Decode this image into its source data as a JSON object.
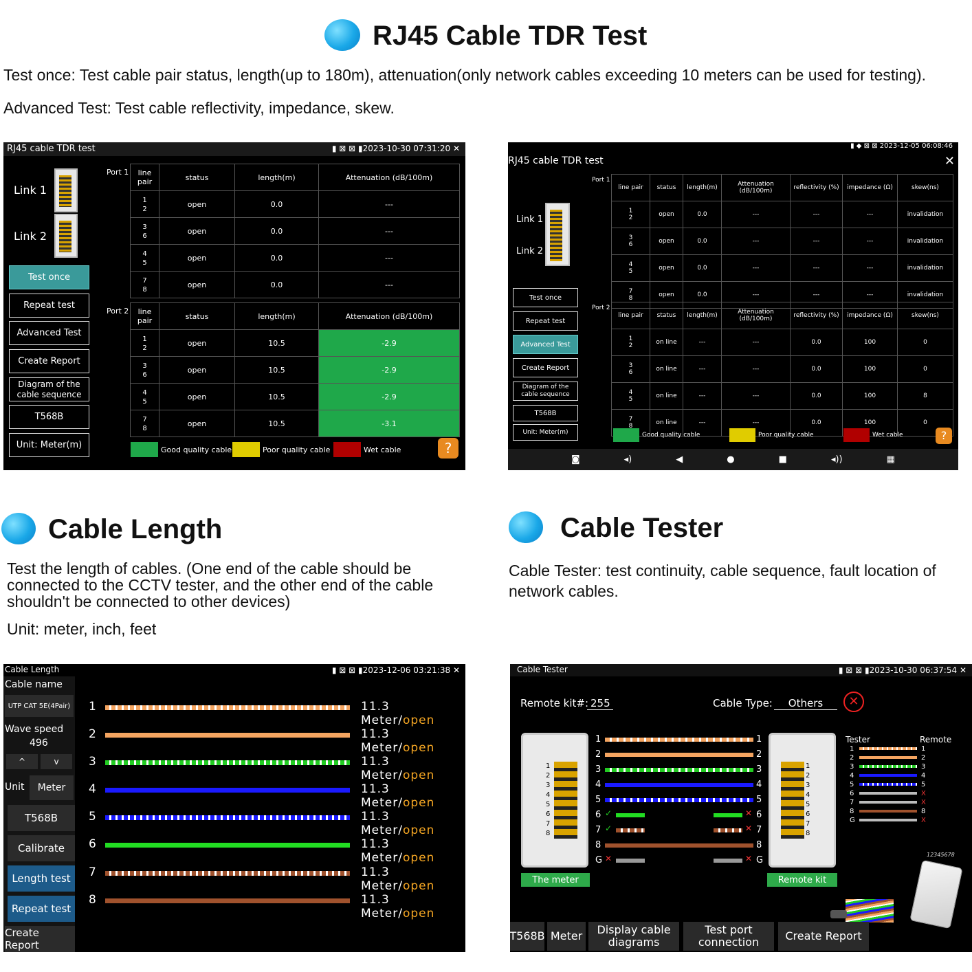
{
  "tdr": {
    "title": "RJ45 Cable TDR Test",
    "desc1": "Test once: Test cable pair status, length(up to 180m), attenuation(only network cables exceeding 10 meters can be used for testing).",
    "desc2": "Advanced Test: Test cable reflectivity, impedance, skew.",
    "s1": {
      "title": "RJ45 cable TDR test",
      "datetime": "2023-10-30 07:31:20",
      "link1": "Link 1",
      "link2": "Link 2",
      "port1": "Port 1",
      "port2": "Port 2",
      "buttons": [
        "Test once",
        "Repeat test",
        "Advanced Test",
        "Create Report",
        "Diagram of the cable sequence",
        "T568B",
        "Unit: Meter(m)"
      ],
      "headers": [
        "line pair",
        "status",
        "length(m)",
        "Attenuation (dB/100m)"
      ],
      "port1_rows": [
        [
          "open",
          "0.0",
          "---"
        ],
        [
          "open",
          "0.0",
          "---"
        ],
        [
          "open",
          "0.0",
          "---"
        ],
        [
          "open",
          "0.0",
          "---"
        ]
      ],
      "port2_rows": [
        [
          "open",
          "10.5",
          "-2.9"
        ],
        [
          "open",
          "10.5",
          "-2.9"
        ],
        [
          "open",
          "10.5",
          "-2.9"
        ],
        [
          "open",
          "10.5",
          "-3.1"
        ]
      ],
      "legend": [
        "Good quality cable",
        "Poor quality cable",
        "Wet cable"
      ]
    },
    "s2": {
      "title": "RJ45 cable TDR test",
      "datetime": "2023-12-05 06:08:46",
      "link1": "Link 1",
      "link2": "Link 2",
      "port1": "Port 1",
      "port2": "Port 2",
      "buttons": [
        "Test once",
        "Repeat test",
        "Advanced Test",
        "Create Report",
        "Diagram of the cable sequence",
        "T568B",
        "Unit: Meter(m)"
      ],
      "headers": [
        "line pair",
        "status",
        "length(m)",
        "Attenuation (dB/100m)",
        "reflectivity (%)",
        "impedance (Ω)",
        "skew(ns)"
      ],
      "port1_rows": [
        [
          "open",
          "0.0",
          "---",
          "---",
          "---",
          "invalidation"
        ],
        [
          "open",
          "0.0",
          "---",
          "---",
          "---",
          "invalidation"
        ],
        [
          "open",
          "0.0",
          "---",
          "---",
          "---",
          "invalidation"
        ],
        [
          "open",
          "0.0",
          "---",
          "---",
          "---",
          "invalidation"
        ]
      ],
      "port2_rows": [
        [
          "on line",
          "---",
          "---",
          "0.0",
          "100",
          "0"
        ],
        [
          "on line",
          "---",
          "---",
          "0.0",
          "100",
          "0"
        ],
        [
          "on line",
          "---",
          "---",
          "0.0",
          "100",
          "8"
        ],
        [
          "on line",
          "---",
          "---",
          "0.0",
          "100",
          "0"
        ]
      ],
      "legend": [
        "Good quality cable",
        "Poor quality cable",
        "Wet cable"
      ]
    },
    "pairs": [
      [
        "1",
        "2"
      ],
      [
        "3",
        "6"
      ],
      [
        "4",
        "5"
      ],
      [
        "7",
        "8"
      ]
    ]
  },
  "length": {
    "title": "Cable Length",
    "desc": "Test the length of cables. (One end of the cable should be connected to the CCTV tester, and the other end of the cable shouldn't be connected to other devices)",
    "unit": "Unit: meter, inch, feet",
    "screen": {
      "title": "Cable Length",
      "datetime": "2023-12-06 03:21:38",
      "cable_name_label": "Cable name",
      "cable_name": "UTP CAT 5E(4Pair)",
      "wave_speed_label": "Wave speed",
      "wave_speed": "496",
      "unit_label": "Unit",
      "unit_value": "Meter",
      "buttons": [
        "T568B",
        "Calibrate",
        "Length test",
        "Repeat test",
        "Create Report"
      ],
      "rows": [
        {
          "n": "1",
          "len": "11.3 Meter/",
          "status": "open"
        },
        {
          "n": "2",
          "len": "11.3 Meter/",
          "status": "open"
        },
        {
          "n": "3",
          "len": "11.3 Meter/",
          "status": "open"
        },
        {
          "n": "4",
          "len": "11.3 Meter/",
          "status": "open"
        },
        {
          "n": "5",
          "len": "11.3 Meter/",
          "status": "open"
        },
        {
          "n": "6",
          "len": "11.3 Meter/",
          "status": "open"
        },
        {
          "n": "7",
          "len": "11.3 Meter/",
          "status": "open"
        },
        {
          "n": "8",
          "len": "11.3 Meter/",
          "status": "open"
        }
      ]
    }
  },
  "tester": {
    "title": "Cable Tester",
    "desc": "Cable Tester: test continuity, cable sequence, fault location of network cables.",
    "screen": {
      "title": "Cable Tester",
      "datetime": "2023-10-30 06:37:54",
      "remote_kit_label": "Remote kit#:",
      "remote_kit": "255",
      "cable_type_label": "Cable Type:",
      "cable_type": "Others",
      "meter_label": "The meter",
      "remote_label": "Remote kit",
      "tester_label": "Tester",
      "remote_col_label": "Remote",
      "pins": [
        "1",
        "2",
        "3",
        "4",
        "5",
        "6",
        "7",
        "8",
        "G"
      ],
      "jack_pins": [
        "1",
        "2",
        "3",
        "4",
        "5",
        "6",
        "7",
        "8"
      ],
      "mini_left": [
        "1",
        "2",
        "3",
        "4",
        "5",
        "6",
        "7",
        "8",
        "G"
      ],
      "mini_right": [
        "1",
        "2",
        "3",
        "4",
        "5",
        "X",
        "X",
        "8",
        "X"
      ],
      "plug_code": "12345678",
      "buttons": [
        "T568B",
        "Meter",
        "Display cable diagrams",
        "Test port connection",
        "Create Report"
      ]
    }
  }
}
